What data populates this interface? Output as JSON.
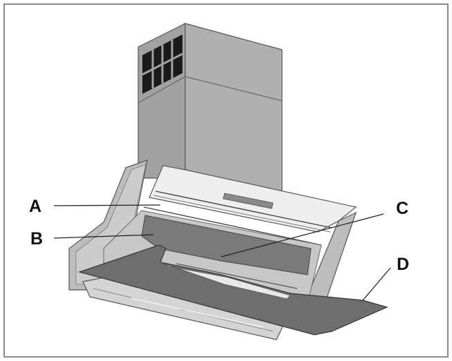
{
  "diagram": {
    "callouts": [
      {
        "id": "A",
        "text": "A"
      },
      {
        "id": "B",
        "text": "B"
      },
      {
        "id": "C",
        "text": "C"
      },
      {
        "id": "D",
        "text": "D"
      }
    ]
  },
  "colors": {
    "border": "#8a8a8a",
    "chimney_front": "#a8a8a8",
    "chimney_side": "#9a9a9a",
    "grille": "#111111",
    "body_light": "#cfcfcf",
    "body_mid": "#b0b0b0",
    "panel_dark": "#808080",
    "glass_white": "#f2f2f2",
    "outline": "#444444",
    "leader": "#222222"
  }
}
